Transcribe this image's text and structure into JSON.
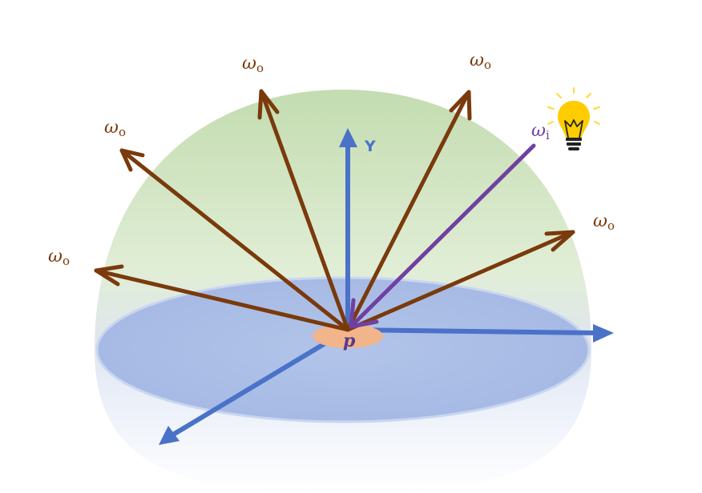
{
  "labels": {
    "outgoing": "ω",
    "outgoing_sub": "o",
    "incident": "ω",
    "incident_sub": "i",
    "y_axis": "Y",
    "point": "p"
  },
  "colors": {
    "outgoing": "#7a3a0c",
    "incident": "#7040a0",
    "axis": "#4a72c8",
    "disk": "#a9bde6",
    "point_patch": "#f2b48a",
    "dome_top": "#c3dcb0",
    "dome_bottom": "#f4f7fd",
    "bulb": "#ffcc00"
  },
  "icons": {
    "light": "lightbulb-icon"
  }
}
